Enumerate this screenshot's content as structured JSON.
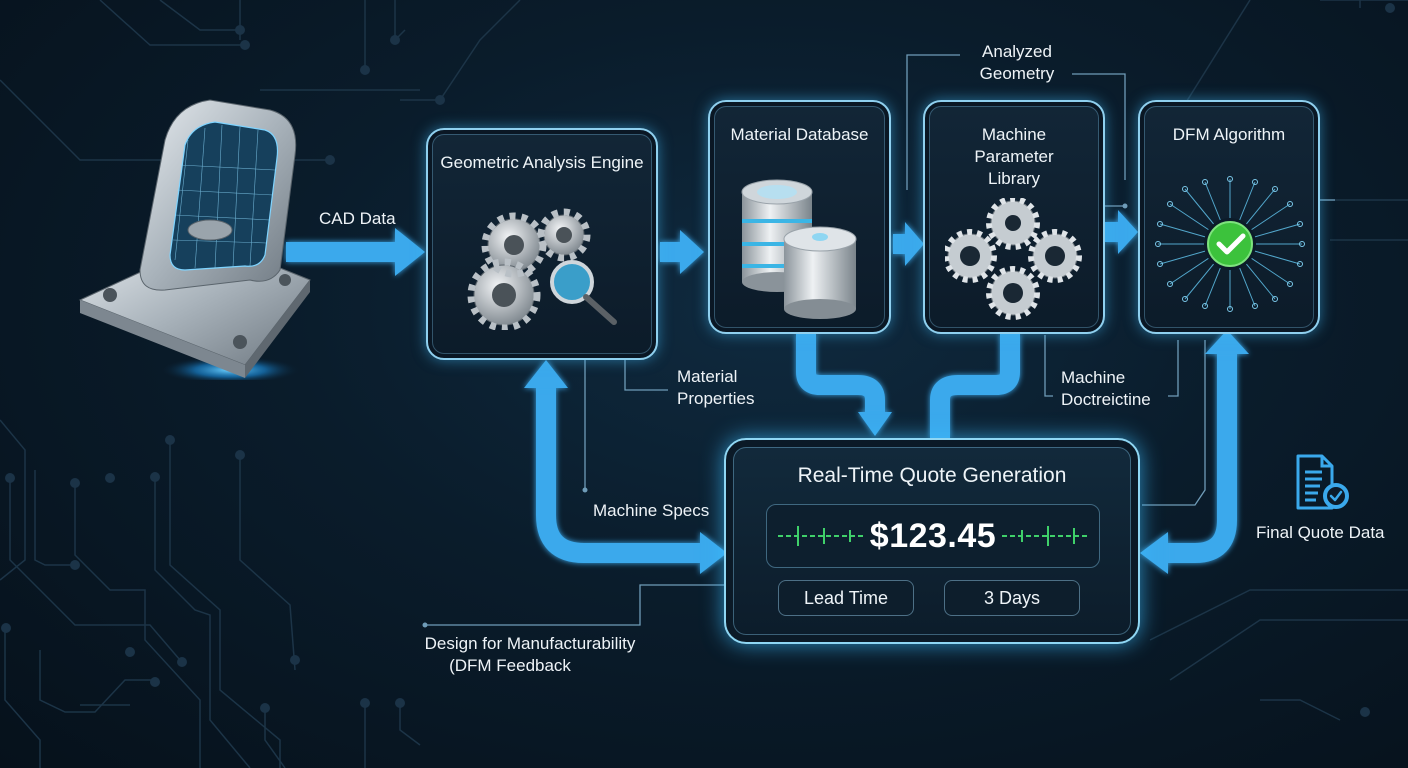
{
  "diagram": {
    "colors": {
      "background": "#0a1c2b",
      "accent_blue": "#38a8ea",
      "node_border": "#8fd0ef",
      "pulse_green": "#3fd06a",
      "check_green": "#3cc23c",
      "trace": "#1e3a50"
    },
    "source": {
      "icon": "cad-part-wireframe-icon",
      "edge_label": "CAD Data"
    },
    "nodes": [
      {
        "id": "geometric-analysis-engine",
        "title": "Geometric Analysis Engine",
        "icon": "gears-magnifier-icon"
      },
      {
        "id": "material-database",
        "title": "Material Database",
        "icon": "database-cylinder-icon"
      },
      {
        "id": "machine-parameter-library",
        "title_lines": [
          "Machine",
          "Parameter",
          "Library"
        ],
        "icon": "machine-gears-icon"
      },
      {
        "id": "dfm-algorithm",
        "title": "DFM Algorithm",
        "icon": "circuit-checkmark-icon"
      }
    ],
    "labels": {
      "analyzed_geometry": [
        "Analyzed",
        "Geometry"
      ],
      "material_properties": [
        "Material",
        "Properties"
      ],
      "machine_specs": "Machine Specs",
      "machine_doctrine": [
        "Machine",
        "Doctreictine"
      ],
      "dfm_feedback": [
        "Design for Manufacturability",
        "(DFM Feedback"
      ],
      "final_quote_data": "Final Quote Data"
    },
    "quote": {
      "title": "Real-Time Quote Generation",
      "price": "$123.45",
      "lead_time_label": "Lead Time",
      "lead_time_value": "3 Days"
    },
    "final_quote_icon": "document-check-icon"
  }
}
